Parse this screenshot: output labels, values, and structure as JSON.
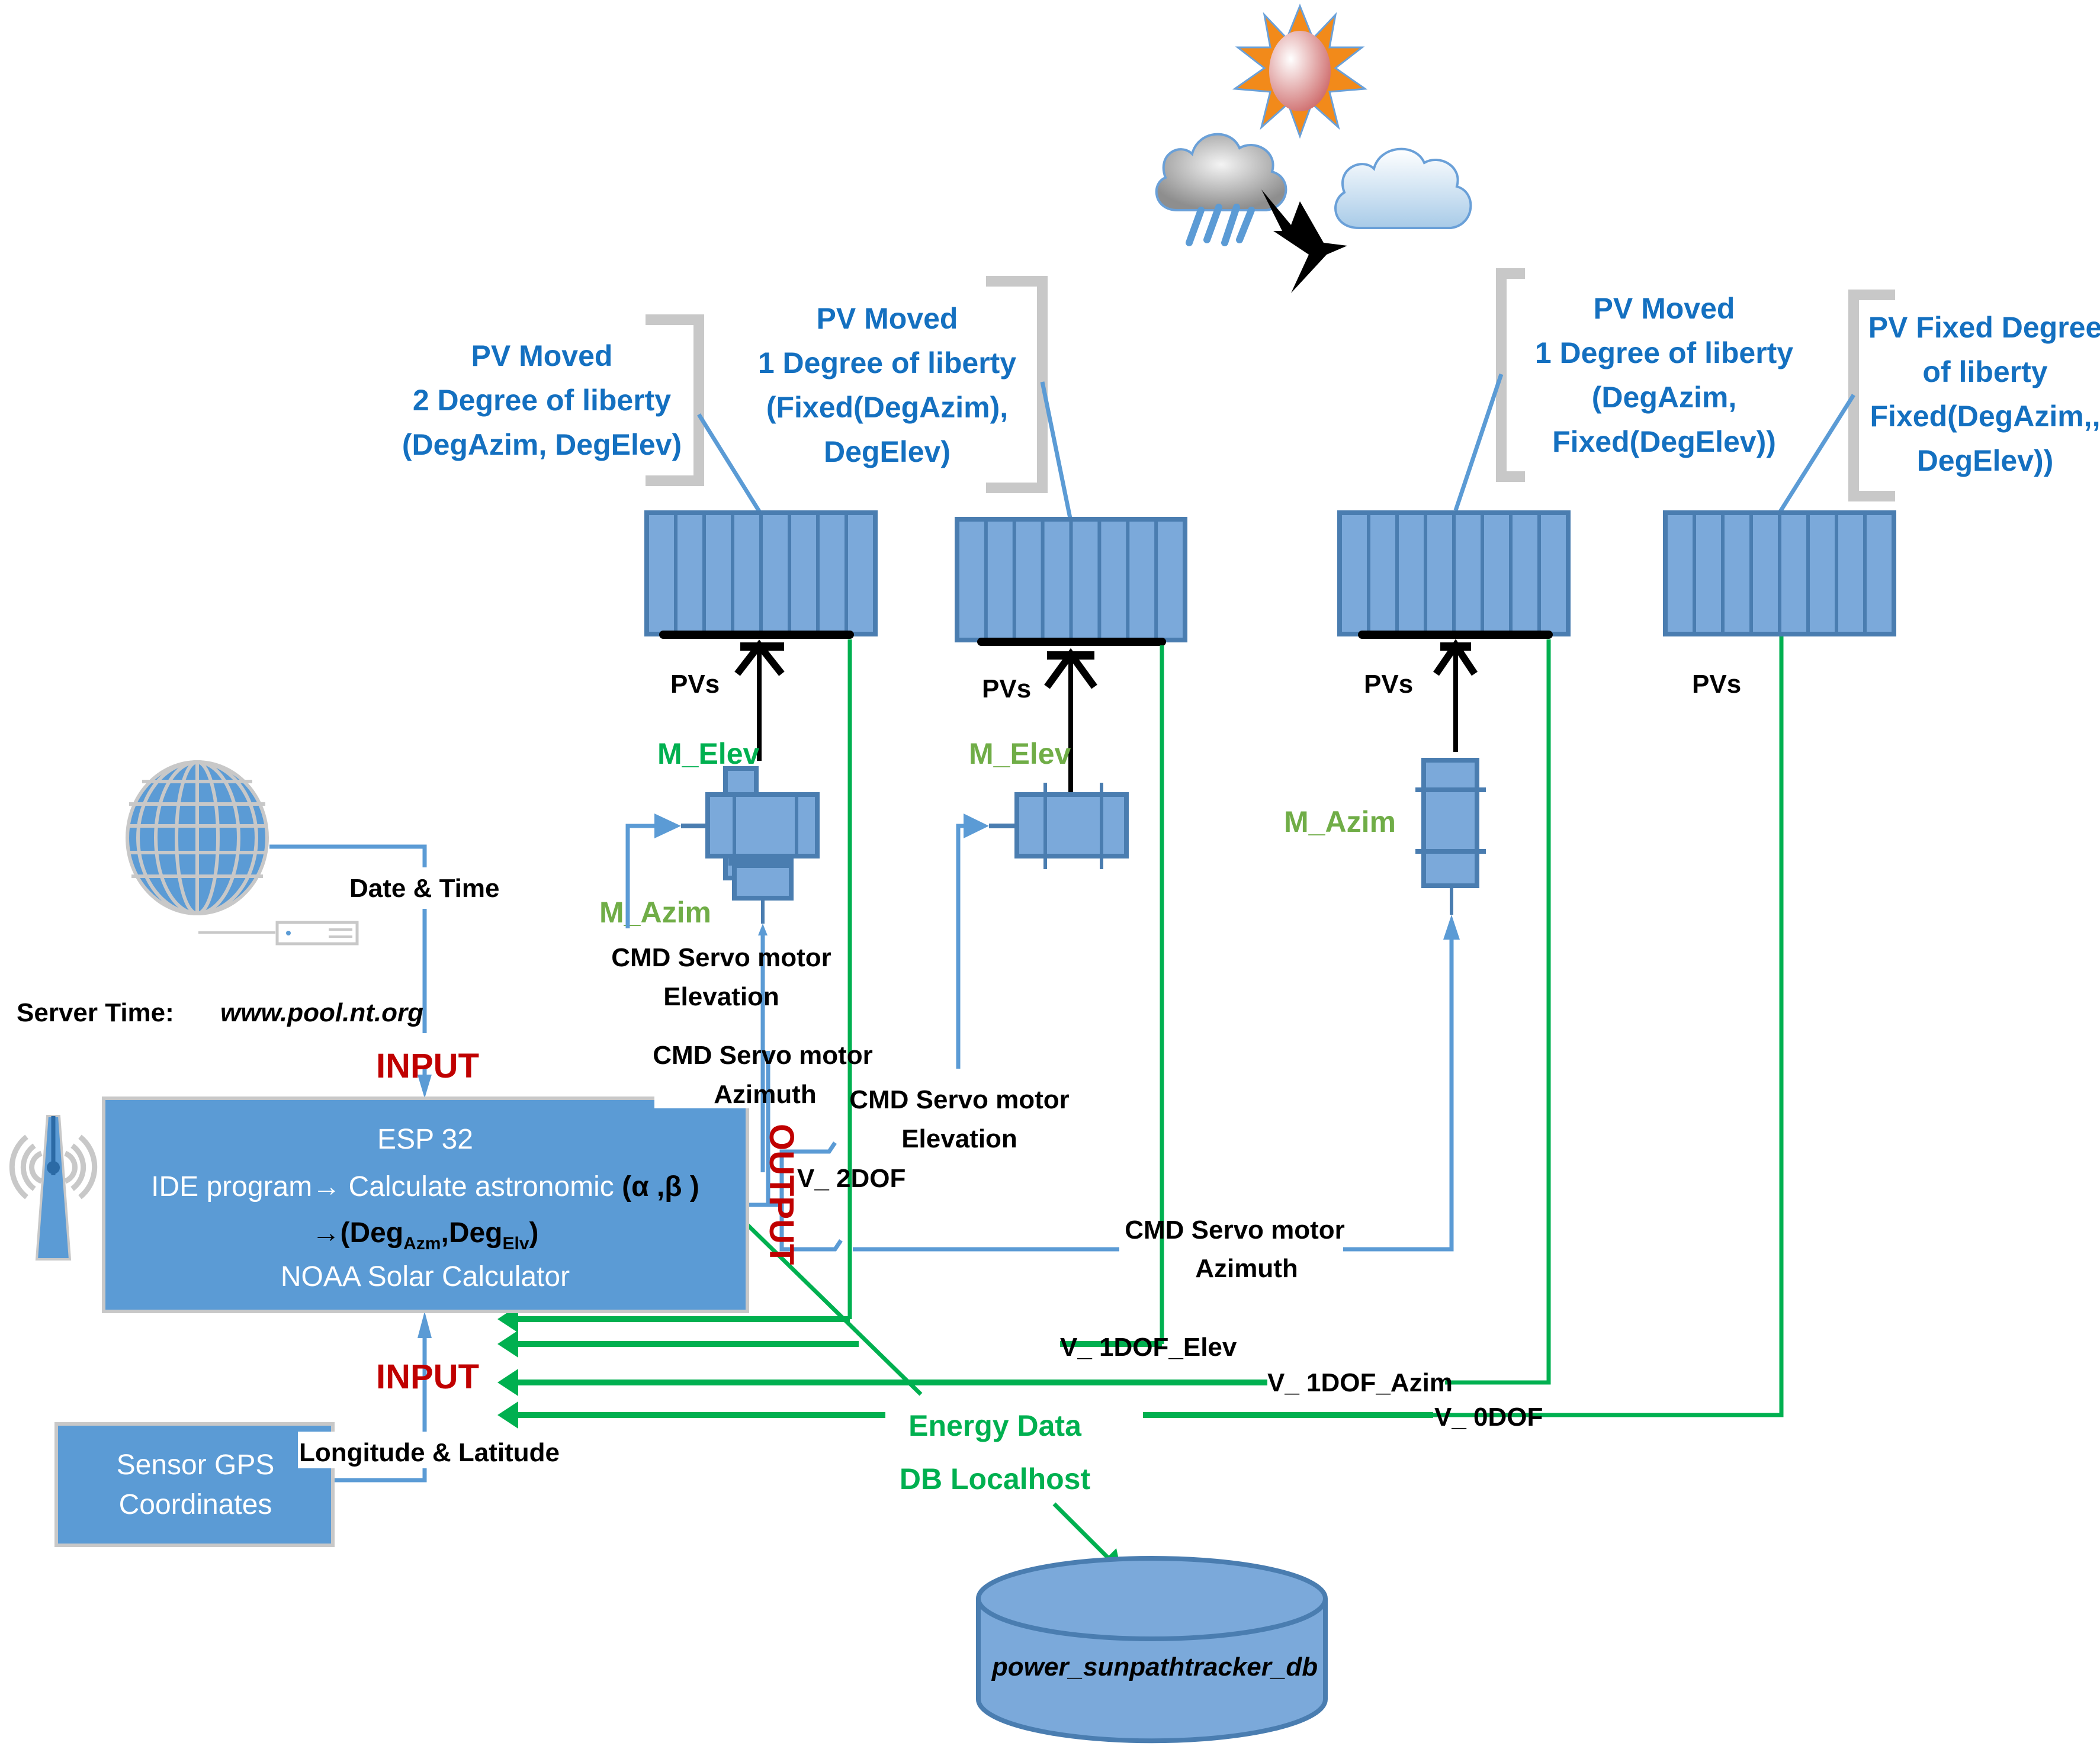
{
  "weather": {
    "icons": [
      "sun-icon",
      "rain-cloud-icon",
      "cloud-icon",
      "bird-icon"
    ]
  },
  "pv_groups": [
    {
      "title_lines": [
        "PV Moved",
        "2 Degree of liberty",
        "(DegAzim, DegElev)"
      ],
      "pvs_label": "PVs",
      "motor_top_label": "M_Elev",
      "motor_side_label": "M_Azim",
      "cmd_label_lines": [
        "CMD Servo motor",
        "Elevation"
      ]
    },
    {
      "title_lines": [
        "PV Moved",
        "1 Degree of liberty",
        "(Fixed(DegAzim),",
        "DegElev)"
      ],
      "pvs_label": "PVs",
      "motor_top_label": "M_Elev",
      "cmd_label_lines": [
        "CMD Servo motor",
        "Elevation"
      ]
    },
    {
      "title_lines": [
        "PV Moved",
        "1 Degree of liberty",
        "(DegAzim,",
        "Fixed(DegElev))"
      ],
      "pvs_label": "PVs",
      "motor_side_label": "M_Azim",
      "cmd_label_lines": [
        "CMD Servo motor",
        "Azimuth"
      ]
    },
    {
      "title_lines": [
        "PV Fixed Degree",
        "of liberty",
        "Fixed(DegAzim,,",
        "DegElev))"
      ],
      "pvs_label": "PVs"
    }
  ],
  "cmd_azimuth_2dof": [
    "CMD Servo motor",
    "Azimuth"
  ],
  "server": {
    "date_time_label": "Date & Time",
    "server_time_label": "Server Time:",
    "server_time_url": "www.pool.nt.org"
  },
  "input_top": "INPUT",
  "input_bottom": "INPUT",
  "output_label": "OUTPUT",
  "esp": {
    "line1": "ESP 32",
    "line2": "IDE program→ Calculate astronomic ",
    "line2_bold": "(α ,β  )",
    "line3_arrow": "→(Deg",
    "line3_sub1": "Azm",
    "line3_mid": ",Deg",
    "line3_sub2": "Elv",
    "line3_end": ")",
    "line4": "NOAA Solar Calculator"
  },
  "gps": {
    "line1": "Sensor GPS",
    "line2": "Coordinates",
    "link_label": "Longitude & Latitude"
  },
  "voltages": {
    "v2dof": "V_ 2DOF",
    "v1dof_elev": "V_ 1DOF_Elev",
    "v1dof_azim": "V_ 1DOF_Azim",
    "v0dof": "V_ 0DOF"
  },
  "energy": {
    "line1": "Energy Data",
    "line2": "DB Localhost"
  },
  "database": {
    "name": "power_sunpathtracker_db"
  },
  "colors": {
    "panel_blue": "#7ba9da",
    "panel_border": "#4a7db0",
    "esp_blue": "#5b9bd5",
    "signal_green": "#00b050",
    "title_blue": "#1470c0",
    "input_red": "#c00000"
  }
}
